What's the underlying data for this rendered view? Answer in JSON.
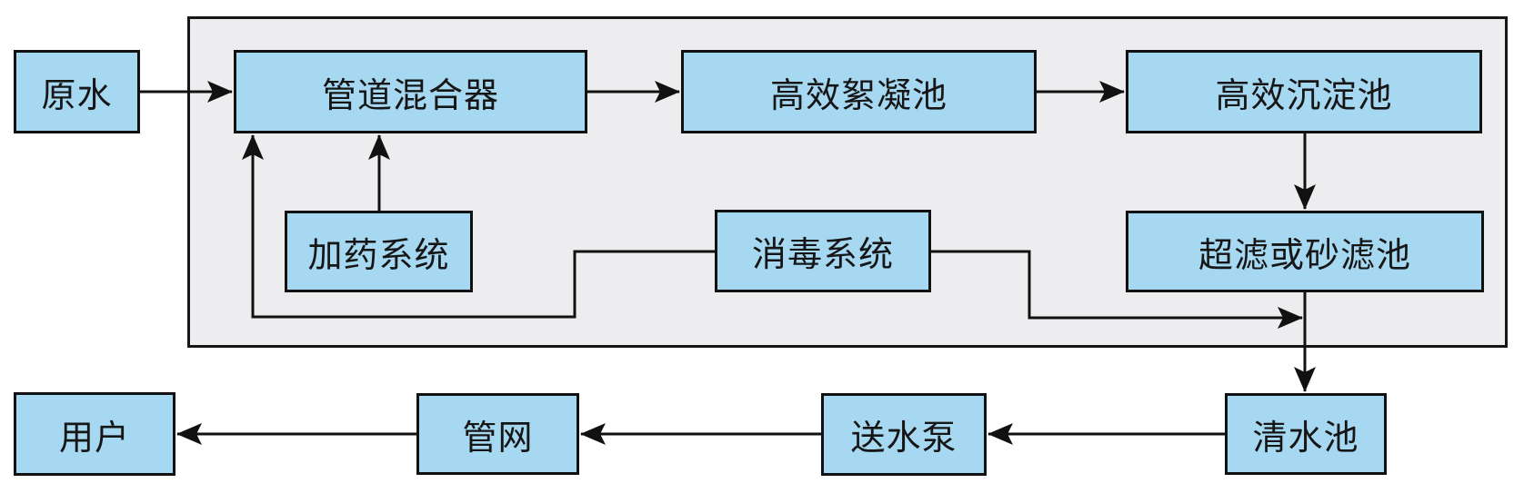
{
  "diagram": {
    "type": "flowchart",
    "background": "#ffffff",
    "colors": {
      "node_fill": "#a7d8f1",
      "node_border": "#111111",
      "boundary_fill": "#ededef",
      "boundary_border": "#161616",
      "connector": "#111111"
    },
    "nodes": [
      {
        "id": "raw-water",
        "label": "原水"
      },
      {
        "id": "pipeline-mixer",
        "label": "管道混合器"
      },
      {
        "id": "flocculation-tank",
        "label": "高效絮凝池"
      },
      {
        "id": "sedimentation-tank",
        "label": "高效沉淀池"
      },
      {
        "id": "dosing-system",
        "label": "加药系统"
      },
      {
        "id": "disinfection-system",
        "label": "消毒系统"
      },
      {
        "id": "ultrafiltration-or-sand-filter-tank",
        "label": "超滤或砂滤池"
      },
      {
        "id": "clear-water-tank",
        "label": "清水池"
      },
      {
        "id": "water-supply-pump",
        "label": "送水泵"
      },
      {
        "id": "pipe-network",
        "label": "管网"
      },
      {
        "id": "users",
        "label": "用户"
      }
    ],
    "edges": [
      {
        "from": "raw-water",
        "to": "pipeline-mixer"
      },
      {
        "from": "pipeline-mixer",
        "to": "flocculation-tank"
      },
      {
        "from": "flocculation-tank",
        "to": "sedimentation-tank"
      },
      {
        "from": "sedimentation-tank",
        "to": "ultrafiltration-or-sand-filter-tank"
      },
      {
        "from": "ultrafiltration-or-sand-filter-tank",
        "to": "clear-water-tank"
      },
      {
        "from": "clear-water-tank",
        "to": "water-supply-pump"
      },
      {
        "from": "water-supply-pump",
        "to": "pipe-network"
      },
      {
        "from": "pipe-network",
        "to": "users"
      },
      {
        "from": "dosing-system",
        "to": "pipeline-mixer"
      },
      {
        "from": "disinfection-system",
        "to": "pipeline-mixer"
      },
      {
        "from": "disinfection-system",
        "to": "filter-to-clear-water-line"
      }
    ]
  }
}
